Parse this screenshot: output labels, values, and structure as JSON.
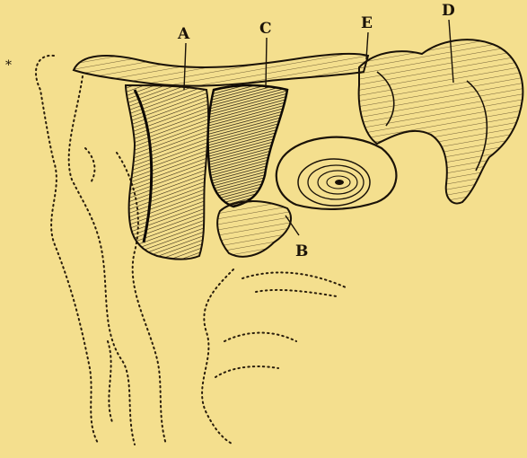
{
  "figure": {
    "background": "#f4df8e",
    "ink": "#1a1208",
    "labels": {
      "a": "A",
      "b": "B",
      "c": "C",
      "d": "D",
      "e": "E"
    },
    "corner_mark": "*"
  }
}
